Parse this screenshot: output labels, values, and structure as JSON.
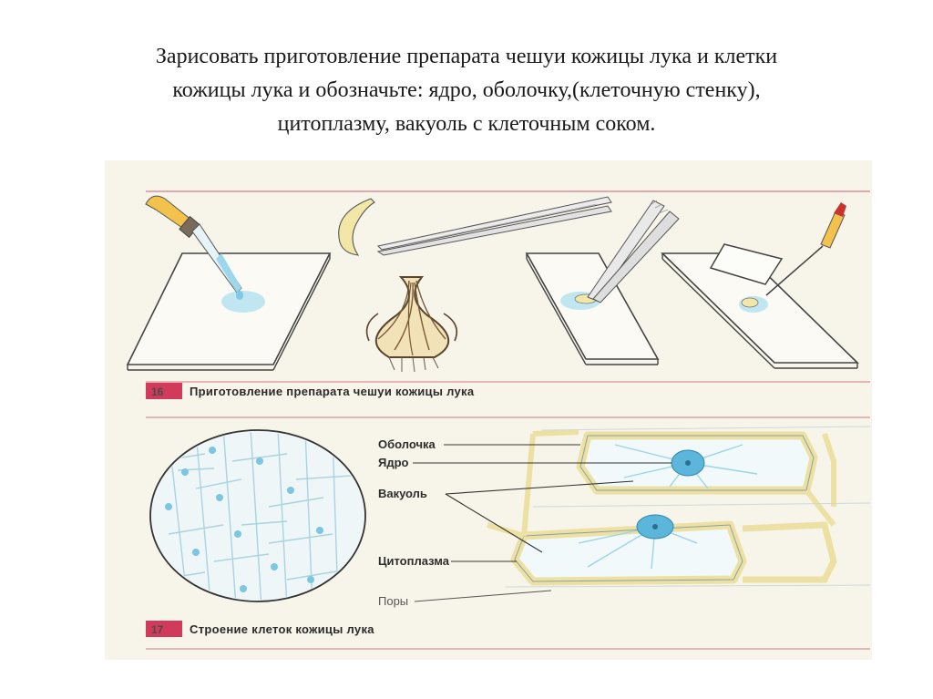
{
  "slide": {
    "title_lines": [
      "Зарисовать приготовление препарата чешуи кожицы лука и клетки",
      "кожицы лука и  обозначьте: ядро, оболочку,(клеточную стенку),",
      "цитоплазму, вакуоль с клеточным соком."
    ]
  },
  "figure16": {
    "number": "16",
    "caption": "Приготовление препарата чешуи кожицы лука"
  },
  "figure17": {
    "number": "17",
    "caption": "Строение клеток кожицы лука",
    "labels": {
      "membrane": "Оболочка",
      "nucleus": "Ядро",
      "vacuole": "Вакуоль",
      "cytoplasm": "Цитоплазма",
      "pores": "Поры"
    }
  },
  "colors": {
    "background": "#f7f4ea",
    "accent_red": "#d23a5c",
    "drop_blue": "#8fd3ea",
    "cell_wall": "#ece1a2",
    "nucleus_blue": "#5cb6dc"
  }
}
